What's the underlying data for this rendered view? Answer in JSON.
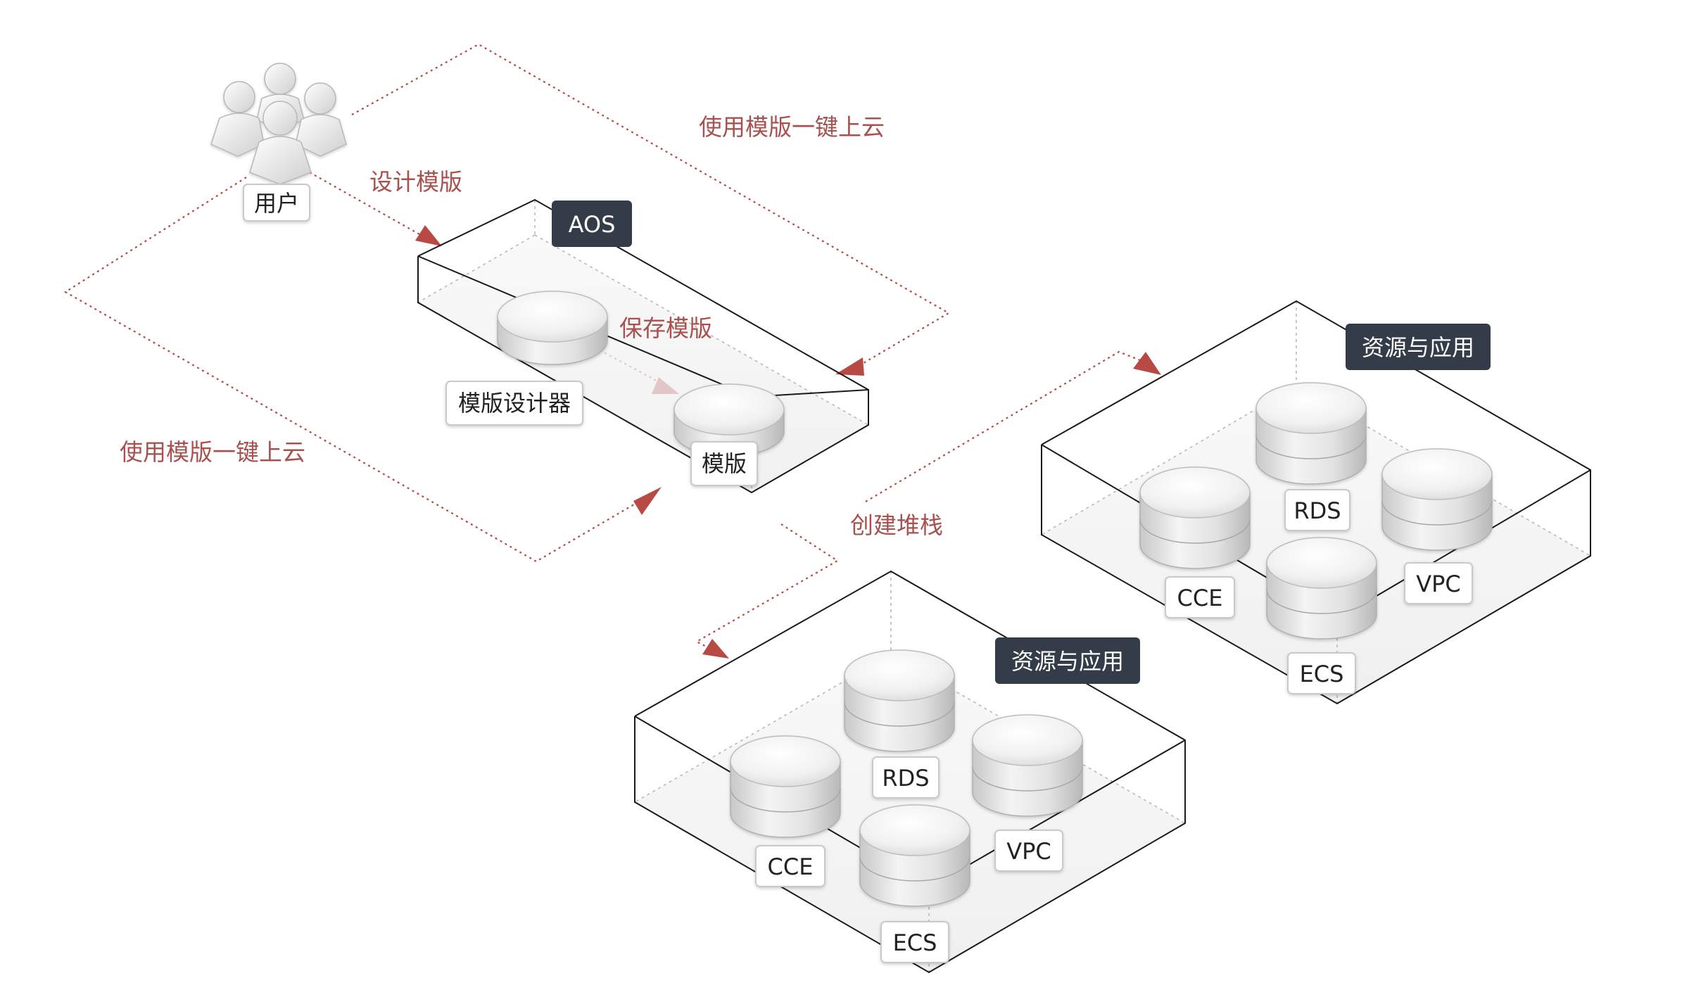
{
  "user": {
    "label": "用户"
  },
  "aos": {
    "tag": "AOS",
    "designer_label": "模版设计器",
    "template_label": "模版",
    "save_label": "保存模版"
  },
  "flows": {
    "design": "设计模版",
    "deploy_top": "使用模版一键上云",
    "deploy_left": "使用模版一键上云",
    "create_stack": "创建堆栈"
  },
  "stack_right": {
    "tag": "资源与应用",
    "rds": "RDS",
    "cce": "CCE",
    "vpc": "VPC",
    "ecs": "ECS"
  },
  "stack_bottom": {
    "tag": "资源与应用",
    "rds": "RDS",
    "cce": "CCE",
    "vpc": "VPC",
    "ecs": "ECS"
  },
  "colors": {
    "flow_line": "#b84a45",
    "annotation_text": "#a8524f",
    "tag_bg": "#333c48",
    "box_line": "#1a1a1a"
  }
}
